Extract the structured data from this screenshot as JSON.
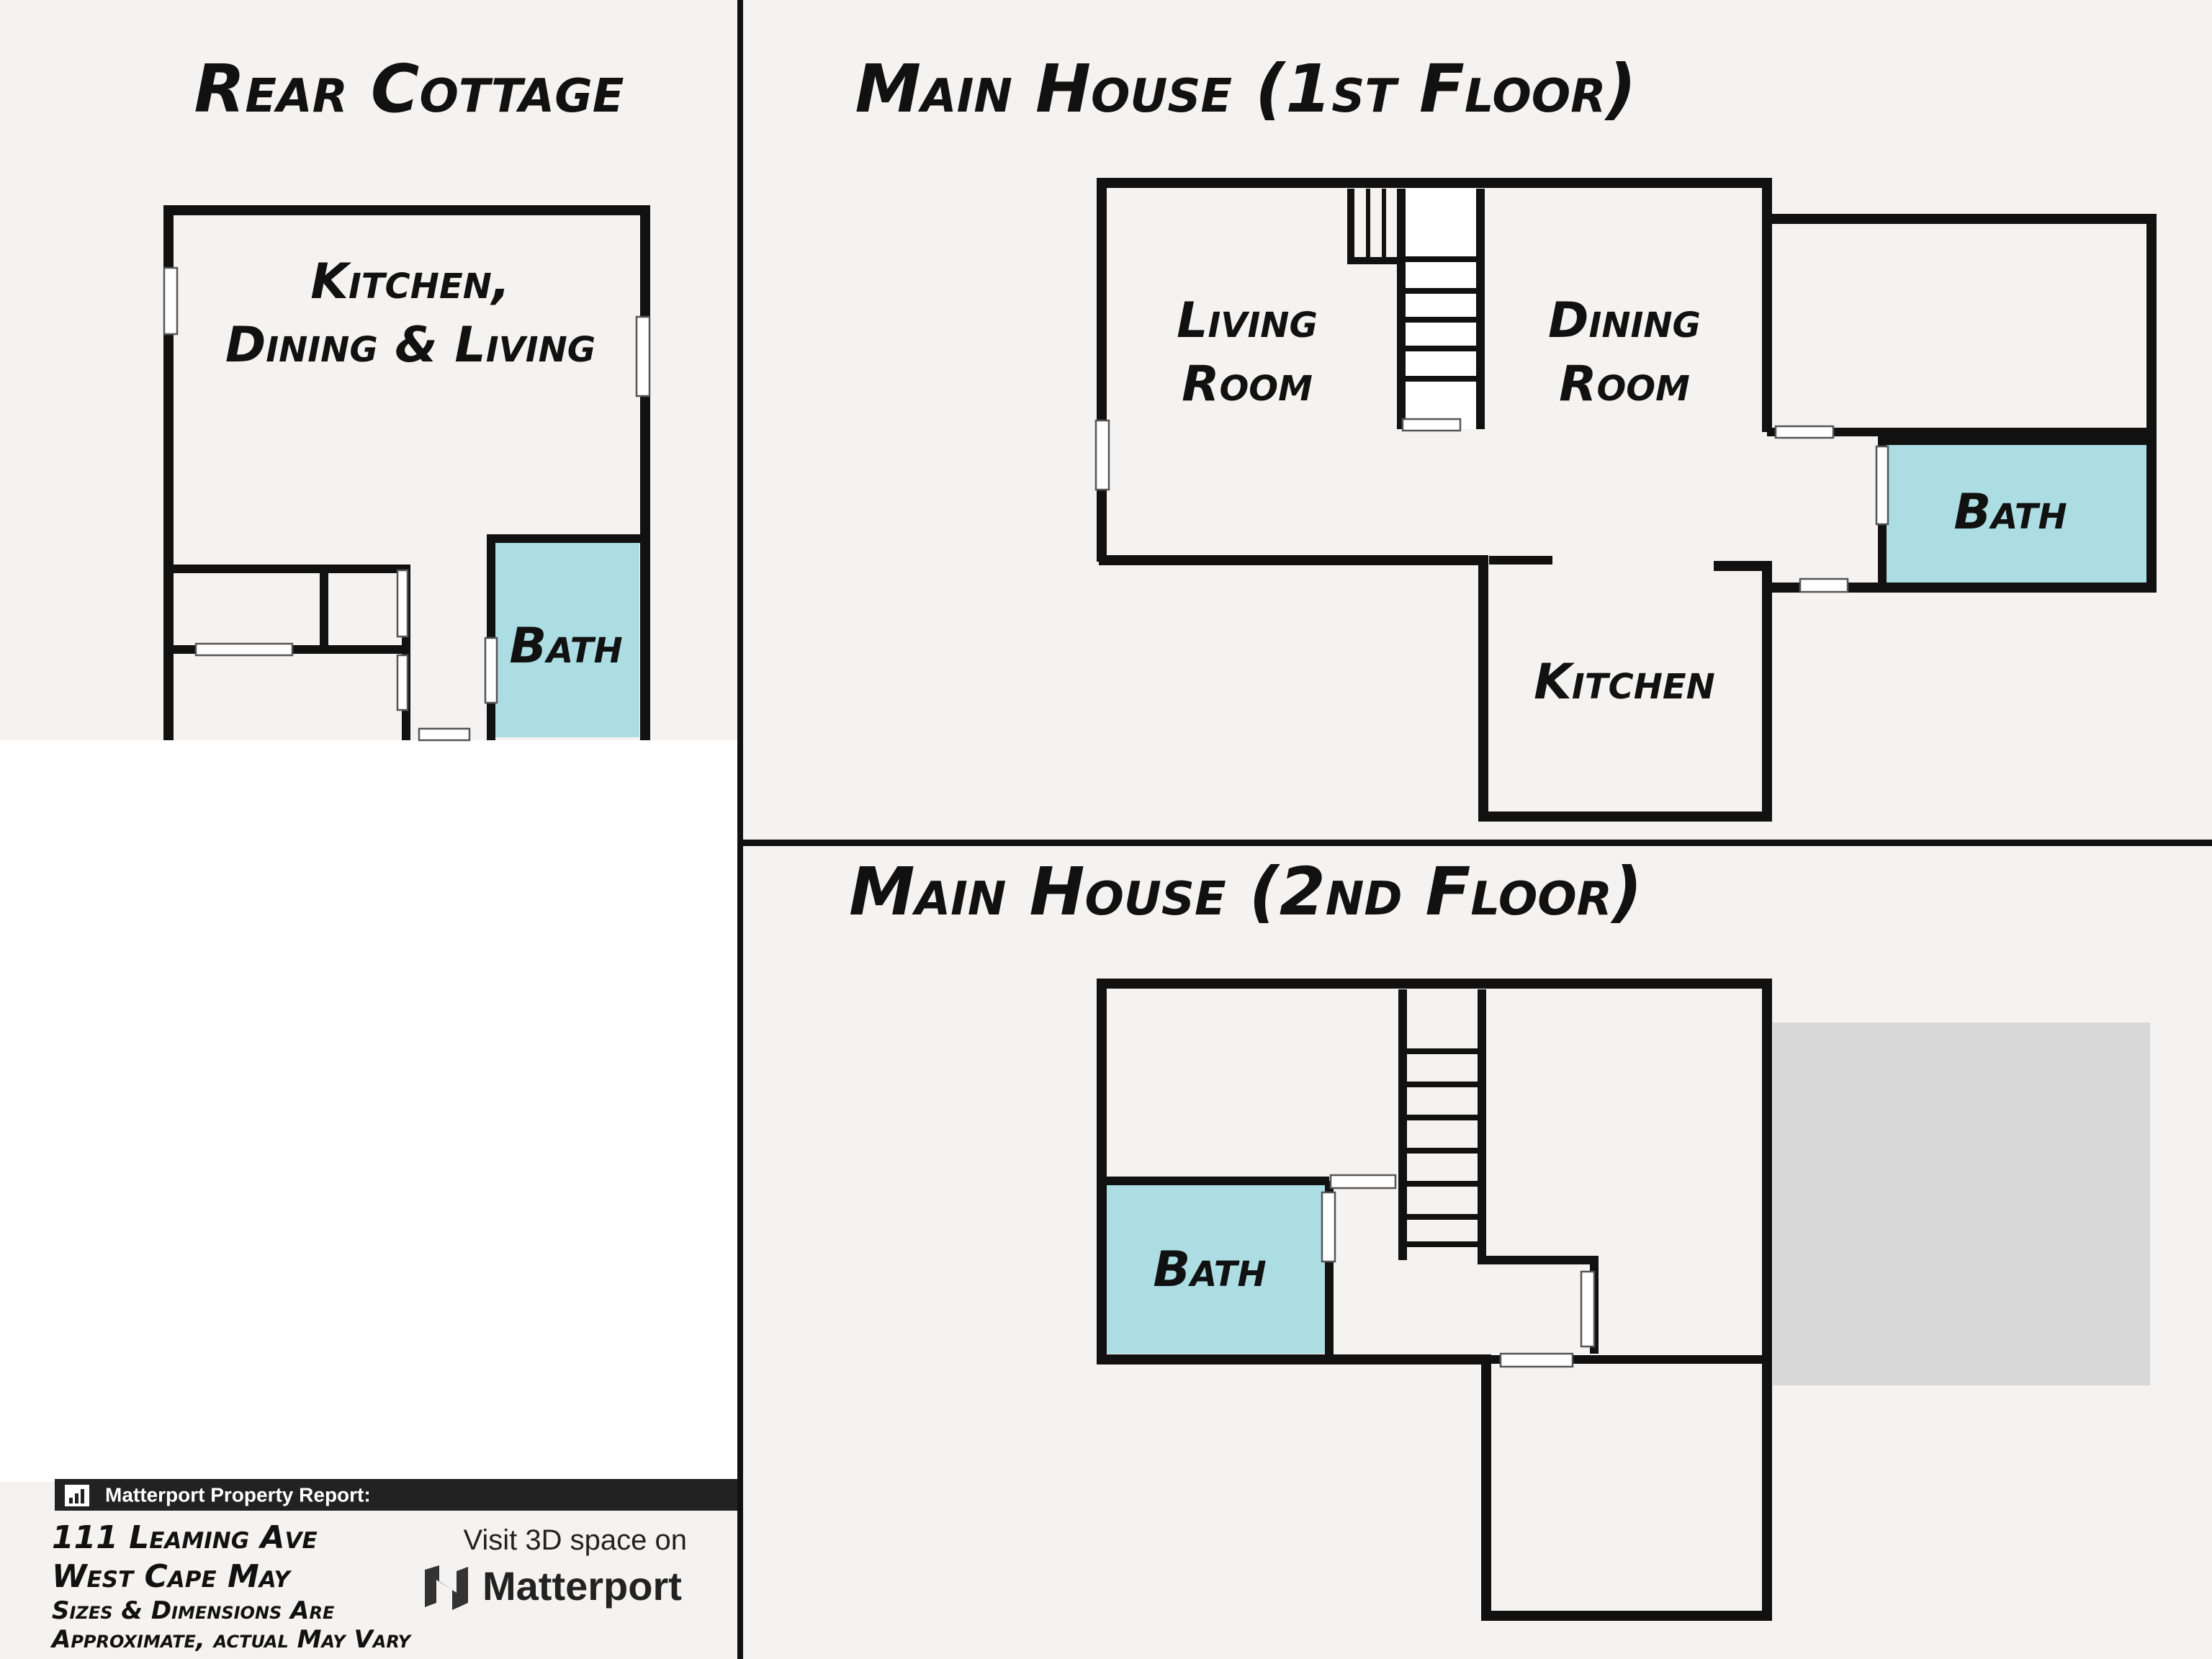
{
  "sections": {
    "rear_cottage_title": "Rear Cottage",
    "main_first_title": "Main House (1st Floor)",
    "main_second_title": "Main House (2nd Floor)"
  },
  "rooms": {
    "cottage_kitchen_line1": "Kitchen,",
    "cottage_kitchen_line2": "Dining & Living",
    "cottage_bath": "Bath",
    "living_line1": "Living",
    "living_line2": "Room",
    "dining_line1": "Dining",
    "dining_line2": "Room",
    "first_bath": "Bath",
    "kitchen": "Kitchen",
    "second_bath": "Bath"
  },
  "footer": {
    "report_label": "Matterport Property Report:",
    "address_line1": "111 Leaming Ave",
    "address_line2": "West Cape May",
    "disclaimer_line1": "Sizes & Dimensions Are",
    "disclaimer_line2": "Approximate, actual May Vary",
    "visit_text": "Visit 3D space on",
    "brand": "Matterport"
  },
  "colors": {
    "background": "#f4f3f1",
    "bath_fill": "#abdde3",
    "wall": "#111111",
    "unfinished_area": "#d8d8d8"
  }
}
